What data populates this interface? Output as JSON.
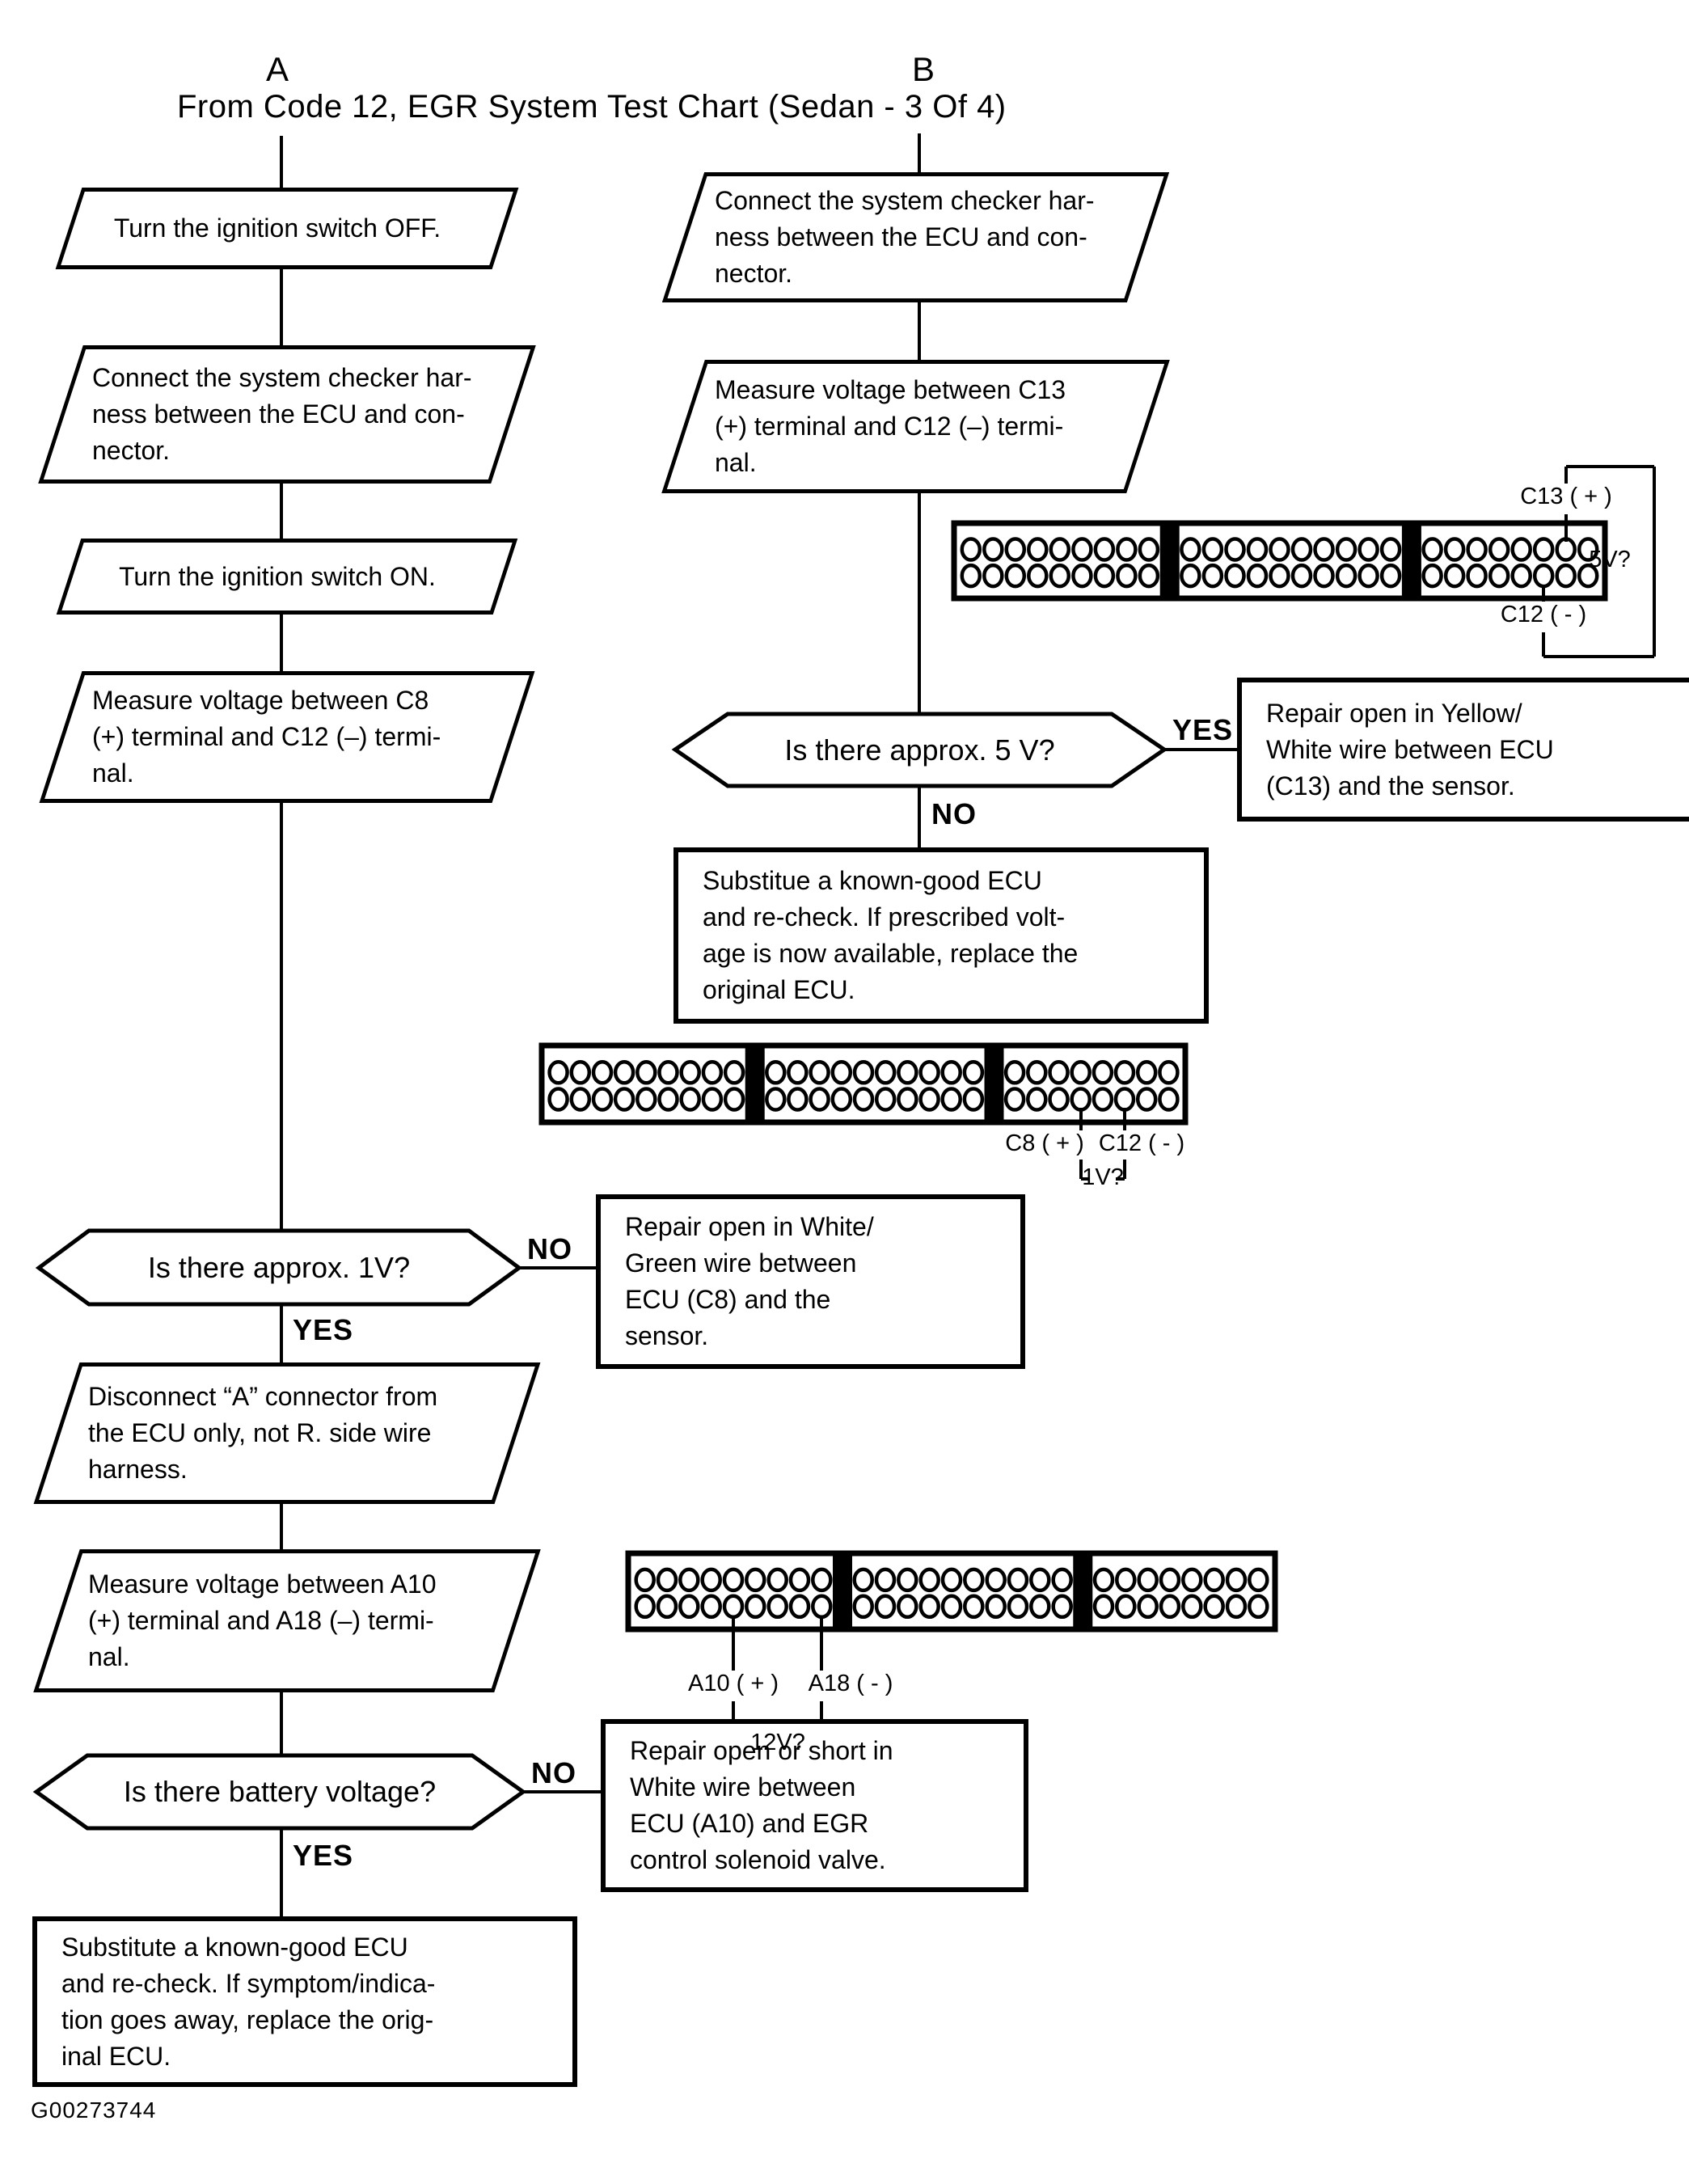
{
  "header": {
    "branch_a": "A",
    "branch_b": "B",
    "title": "From Code 12, EGR System Test Chart (Sedan - 3 Of 4)"
  },
  "footer": {
    "figure_id": "G00273744"
  },
  "column_a": {
    "step_ignition_off": "Turn the ignition switch OFF.",
    "step_connect_harness": "Connect the system checker har-\nness between the ECU and con-\nnector.",
    "step_ignition_on": "Turn the ignition switch ON.",
    "step_measure_c8": "Measure voltage between C8\n(+) terminal and C12 (–) termi-\nnal.",
    "decision_1v": "Is there approx. 1V?",
    "decision_1v_no": "NO",
    "decision_1v_yes": "YES",
    "repair_white_green": "Repair open in White/\nGreen wire between\nECU (C8) and the\nsensor.",
    "step_disconnect_a": "Disconnect “A” connector from\nthe ECU only, not R. side wire\nharness.",
    "step_measure_a10": "Measure voltage between A10\n(+) terminal and A18 (–) termi-\nnal.",
    "decision_battery": "Is there battery voltage?",
    "decision_battery_no": "NO",
    "decision_battery_yes": "YES",
    "repair_white_wire": "Repair open or short in\nWhite wire between\nECU (A10) and EGR\ncontrol solenoid valve.",
    "step_substitute_ecu": "Substitute a known-good ECU\nand re-check. If symptom/indica-\ntion goes away, replace the orig-\ninal ECU."
  },
  "column_b": {
    "step_connect_harness": "Connect the system checker har-\nness between the ECU and con-\nnector.",
    "step_measure_c13": "Measure voltage between C13\n(+) terminal and C12 (–) termi-\nnal.",
    "decision_5v": "Is there approx. 5 V?",
    "decision_5v_yes": "YES",
    "decision_5v_no": "NO",
    "repair_yellow_white": "Repair open in Yellow/\nWhite wire between ECU\n(C13) and the sensor.",
    "step_substitute_ecu": "Substitue a known-good ECU\nand re-check. If prescribed volt-\nage is now available, replace the\noriginal ECU."
  },
  "connectors": {
    "pin_sections": [
      9,
      10,
      8
    ],
    "pin_rows": 2,
    "c13_check": {
      "positive_label": "C13 ( + )",
      "negative_label": "C12 ( - )",
      "voltage_label": "5V?"
    },
    "c8_check": {
      "positive_label": "C8 ( + )",
      "negative_label": "C12 ( - )",
      "voltage_label": "1V?"
    },
    "a10_check": {
      "positive_label": "A10 ( + )",
      "negative_label": "A18 ( - )",
      "voltage_label": "12V?"
    }
  }
}
